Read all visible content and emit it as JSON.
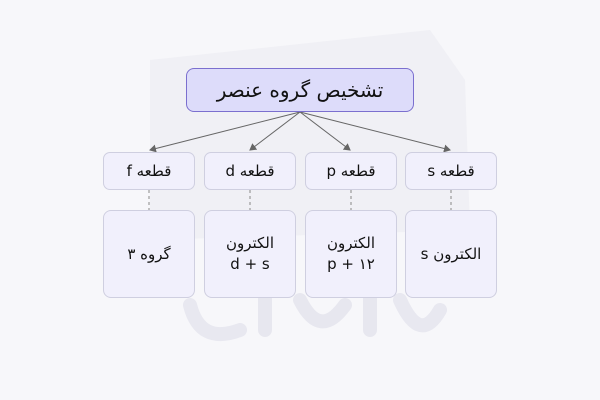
{
  "title": "تشخیص گروه عنصر",
  "blocks": [
    {
      "header": "قطعه f",
      "line1": "گروه ۳",
      "line2": ""
    },
    {
      "header": "قطعه d",
      "line1": "الکترون",
      "line2": "d + s"
    },
    {
      "header": "قطعه p",
      "line1": "الکترون",
      "line2": "p + ۱۲"
    },
    {
      "header": "قطعه s",
      "line1": "الکترون s",
      "line2": ""
    }
  ],
  "watermark_text": "فرادرس",
  "colors": {
    "title_fill": "#dddcfa",
    "title_border": "#7b6fcf",
    "box_fill": "#f1f0fc",
    "box_border": "#cfcfe0",
    "arrow": "#666666",
    "dashed": "#888888",
    "background": "#f7f7fa"
  }
}
